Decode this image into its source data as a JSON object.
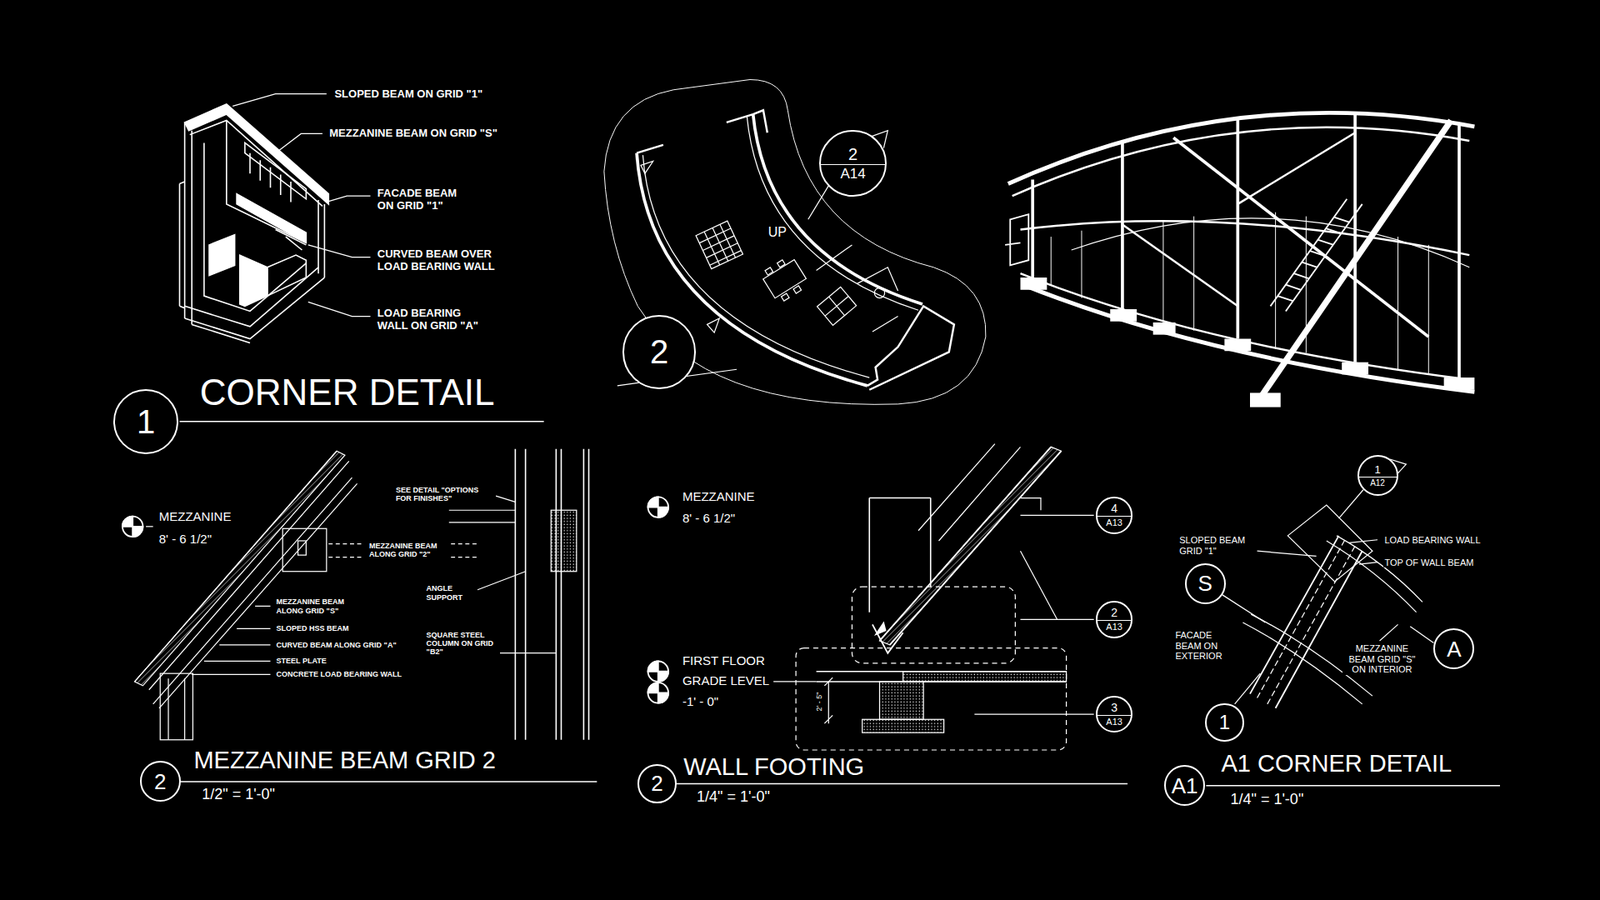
{
  "diagram": {
    "nodes": [
      {
        "text": [
          "1"
        ]
      },
      {
        "text": [
          "2",
          "A14"
        ]
      },
      {
        "text": [
          "2"
        ]
      },
      {
        "text": [
          "2"
        ]
      },
      {
        "text": [
          "4",
          "A13"
        ]
      },
      {
        "text": [
          "2",
          "A13"
        ]
      },
      {
        "text": [
          "3",
          "A13"
        ]
      },
      {
        "text": [
          "2"
        ]
      },
      {
        "text": [
          "1",
          "A12"
        ]
      },
      {
        "text": [
          "S"
        ]
      },
      {
        "text": [
          "A"
        ]
      },
      {
        "text": [
          "1"
        ]
      },
      {
        "text": [
          "A1"
        ]
      }
    ],
    "labels": [
      "SLOPED BEAM ON GRID \"1\"",
      "MEZZANINE BEAM ON GRID \"S\"",
      "FACADE BEAM ON GRID \"1\"",
      "CURVED BEAM OVER LOAD BEARING WALL",
      "LOAD BEARING WALL ON GRID \"A\"",
      "CORNER DETAIL",
      "UP",
      "MEZZANINE",
      "8' - 6 1/2\"",
      "SEE DETAIL \"OPTIONS FOR FINISHES\"",
      "MEZZANINE BEAM ALONG GRID \"2\"",
      "ANGLE SUPPORT",
      "SQUARE STEEL COLUMN ON GRID \"B2\"",
      "MEZZANINE BEAM ALONG GRID \"S\"",
      "SLOPED HSS BEAM",
      "CURVED BEAM ALONG GRID \"A\"",
      "STEEL PLATE",
      "CONCRETE LOAD BEARING WALL",
      "MEZZANINE BEAM GRID 2",
      "1/2\" = 1'-0\"",
      "MEZZANINE",
      "8' - 6 1/2\"",
      "FIRST FLOOR",
      "GRADE LEVEL",
      "-1' - 0\"",
      "2' - 5\"",
      "WALL FOOTING",
      "1/4\" = 1'-0\"",
      "SLOPED BEAM GRID \"1\"",
      "LOAD BEARING WALL",
      "TOP OF WALL BEAM",
      "FACADE BEAM ON EXTERIOR",
      "MEZZANINE BEAM GRID \"S\" ON INTERIOR",
      "A1 CORNER DETAIL",
      "1/4\" = 1'-0\""
    ]
  }
}
